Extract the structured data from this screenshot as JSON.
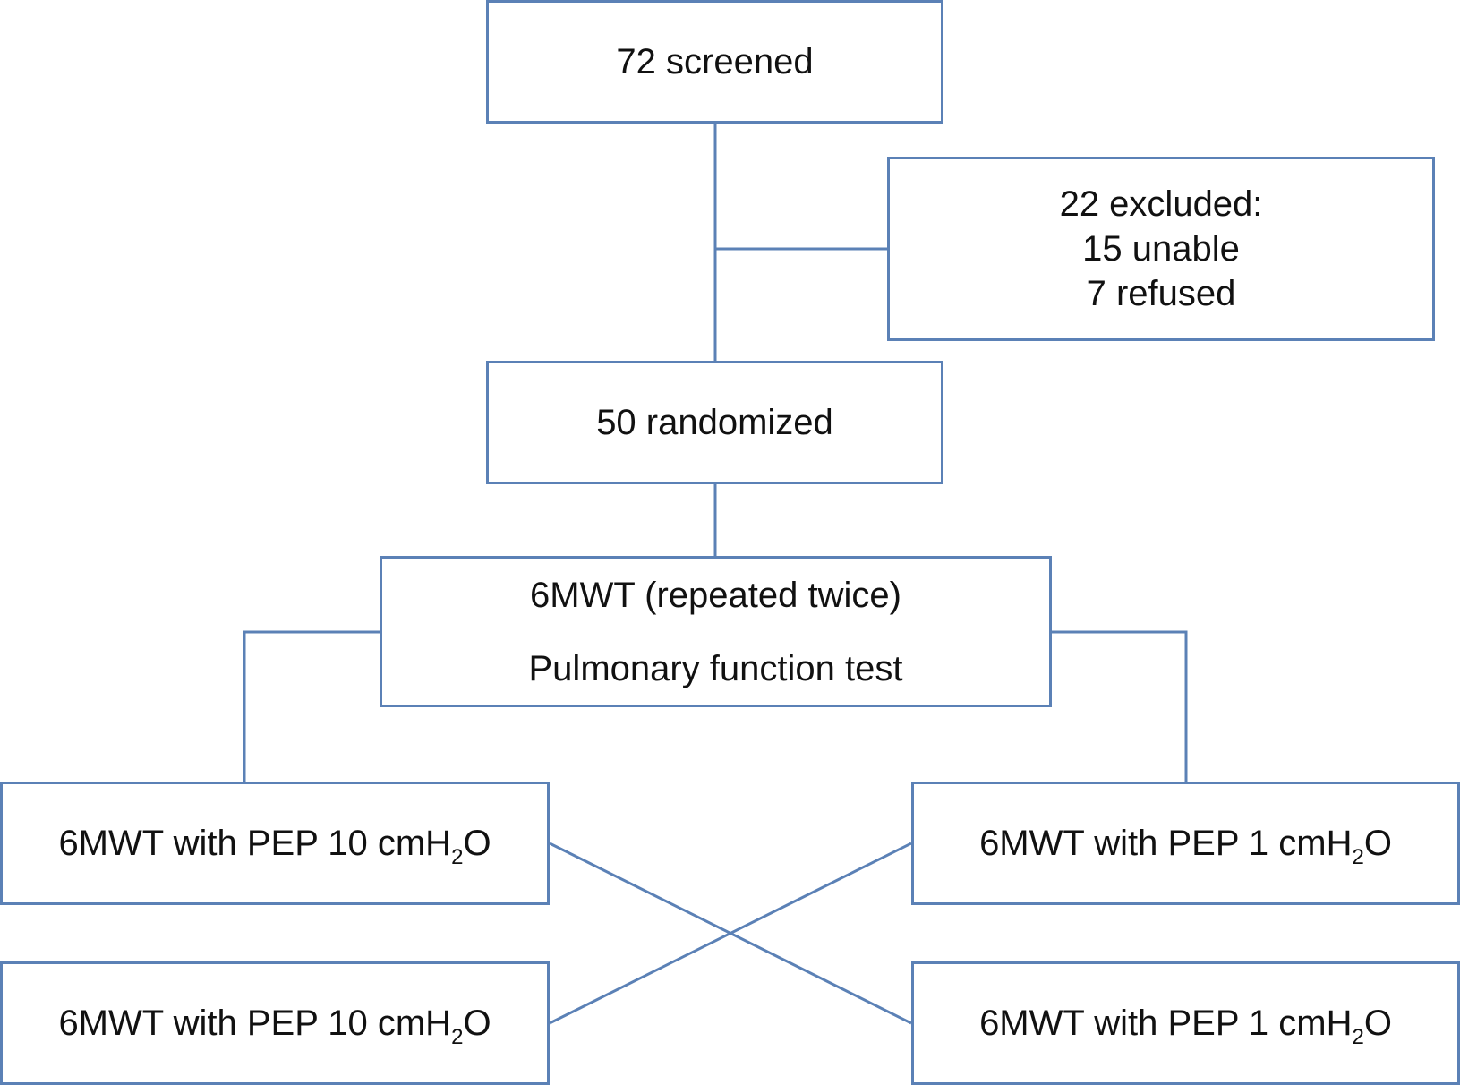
{
  "colors": {
    "box_border": "#5b81b6",
    "connector": "#5b81b6",
    "text": "#111111",
    "background": "#ffffff"
  },
  "nodes": {
    "screened": "72 screened",
    "excluded": {
      "line1": "22 excluded:",
      "line2": "15 unable",
      "line3": "7 refused"
    },
    "randomized": "50 randomized",
    "baseline": {
      "line1": "6MWT (repeated twice)",
      "line2": "Pulmonary function test"
    },
    "pep10_first": {
      "prefix": "6MWT with PEP 10 cmH",
      "sub": "2",
      "suffix": "O"
    },
    "pep1_first": {
      "prefix": "6MWT with PEP 1 cmH",
      "sub": "2",
      "suffix": "O"
    },
    "pep10_second": {
      "prefix": "6MWT with PEP 10 cmH",
      "sub": "2",
      "suffix": "O"
    },
    "pep1_second": {
      "prefix": "6MWT with PEP 1 cmH",
      "sub": "2",
      "suffix": "O"
    }
  },
  "edges": [
    {
      "from": "screened",
      "to": "randomized"
    },
    {
      "from": "screened",
      "to": "excluded"
    },
    {
      "from": "randomized",
      "to": "baseline"
    },
    {
      "from": "baseline",
      "to": "pep10_first"
    },
    {
      "from": "baseline",
      "to": "pep1_first"
    },
    {
      "from": "pep10_first",
      "to": "pep1_second"
    },
    {
      "from": "pep1_first",
      "to": "pep10_second"
    }
  ]
}
